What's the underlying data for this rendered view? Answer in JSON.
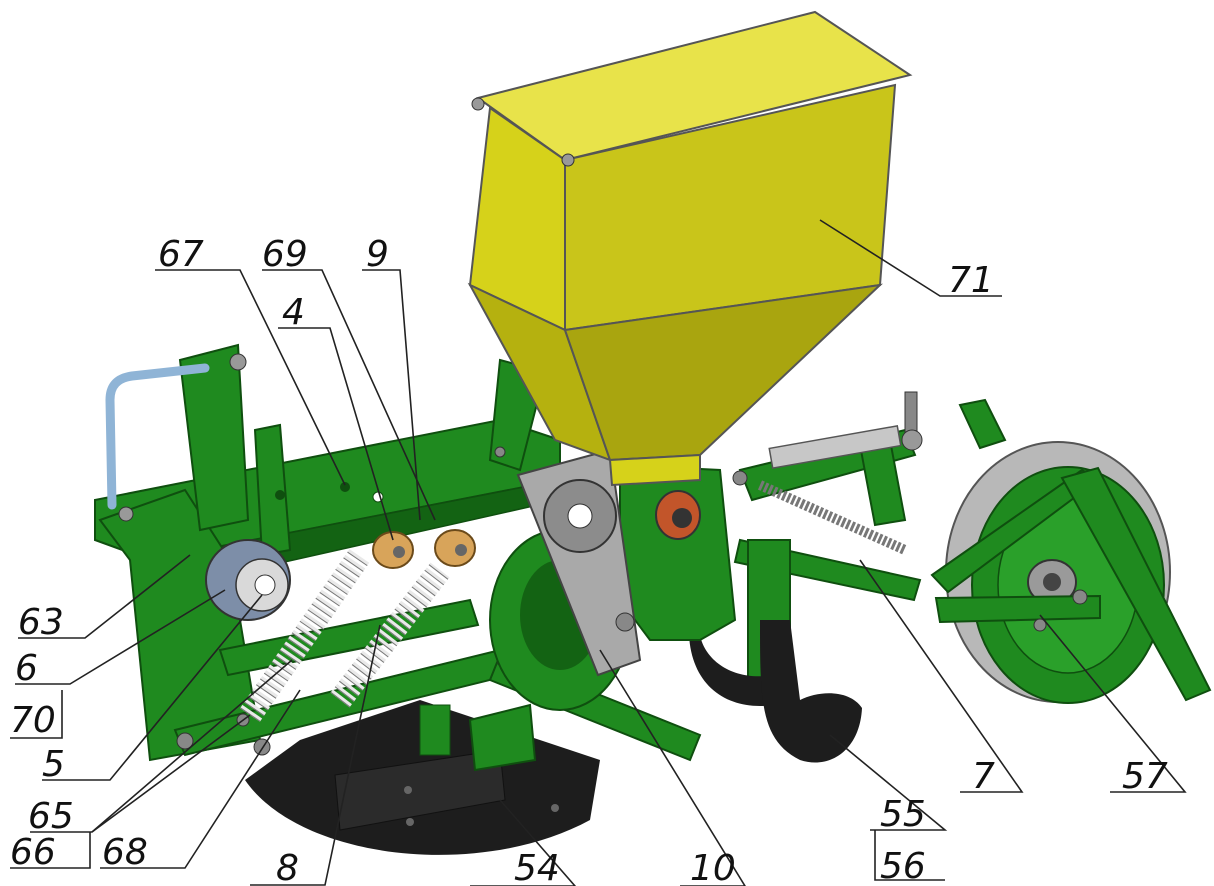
{
  "callouts": {
    "c67": "67",
    "c69": "69",
    "c9": "9",
    "c4": "4",
    "c71": "71",
    "c63": "63",
    "c6": "6",
    "c70": "70",
    "c5": "5",
    "c65": "65",
    "c66": "66",
    "c68": "68",
    "c8": "8",
    "c54": "54",
    "c10": "10",
    "c55": "55",
    "c56": "56",
    "c7": "7",
    "c57": "57"
  },
  "colors": {
    "frame_green": "#1f8a1f",
    "frame_green_dark": "#136313",
    "hopper_yellow": "#d6d21a",
    "hopper_shade": "#a9a50f",
    "coulter_black": "#1d1d1d",
    "spring_white": "#f2f2f2",
    "wheel_grey": "#b7b7b7",
    "sprocket_grey": "#8c8c8c",
    "roller_orange": "#d8a45a",
    "leader_line": "#222222"
  }
}
